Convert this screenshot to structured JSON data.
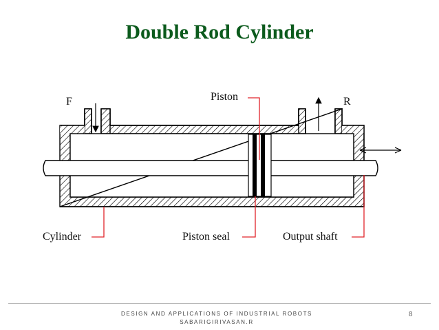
{
  "slide": {
    "title": "Double Rod Cylinder",
    "page_number": "8"
  },
  "diagram": {
    "labels": {
      "port_f": "F",
      "port_r": "R",
      "piston": "Piston",
      "cylinder": "Cylinder",
      "piston_seal": "Piston seal",
      "output_shaft": "Output shaft"
    },
    "colors": {
      "leader_line": "#e0242a",
      "title": "#0b5a1c",
      "outline": "#000000"
    }
  },
  "footer": {
    "line1": "DESIGN AND APPLICATIONS OF INDUSTRIAL ROBOTS",
    "line2": "SABARIGIRIVASAN.R"
  }
}
